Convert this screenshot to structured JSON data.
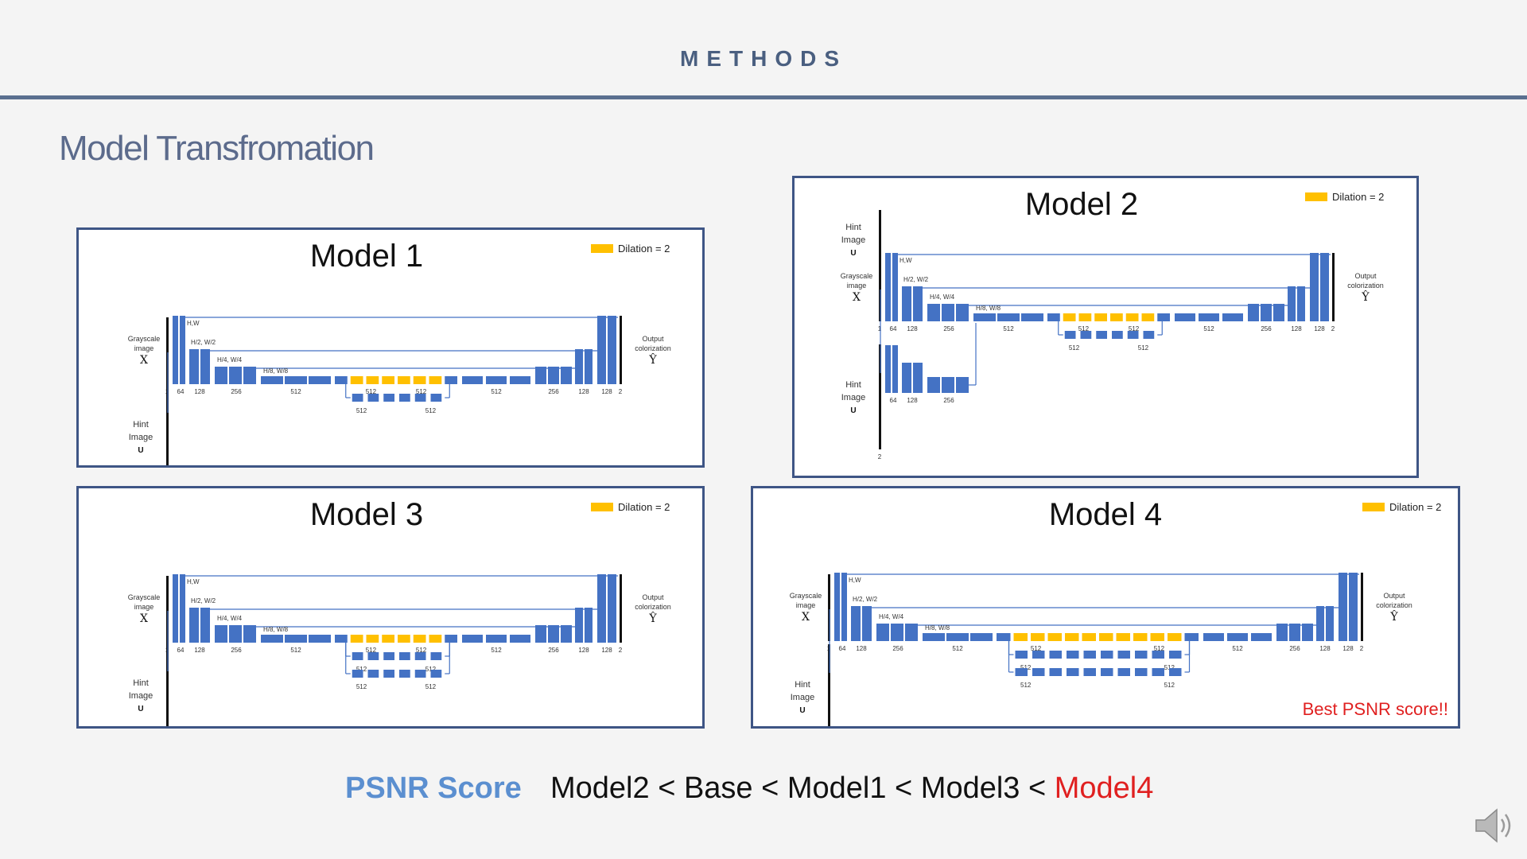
{
  "slide": {
    "header": "METHODS",
    "subtitle": "Model Transfromation"
  },
  "labels": {
    "dilation": "Dilation = 2",
    "grayscale_l1": "Grayscale",
    "grayscale_l2": "image",
    "grayscale_sym": "X",
    "hint_l1": "Hint",
    "hint_l2": "Image",
    "hint_sym": "U",
    "output_l1": "Output",
    "output_l2": "colorization",
    "output_sym": "Ŷ",
    "res_hw": "H,W",
    "res_h2": "H/2, W/2",
    "res_h4": "H/4, W/4",
    "res_h8": "H/8, W/8",
    "ch_1": "1",
    "ch_2": "2",
    "ch_64": "64",
    "ch_128": "128",
    "ch_256": "256",
    "ch_512": "512"
  },
  "panels": [
    {
      "title": "Model 1",
      "variant": "model1",
      "dilated_blocks": 6,
      "parallel_rows": 1,
      "note": ""
    },
    {
      "title": "Model 2",
      "variant": "model2",
      "dilated_blocks": 6,
      "parallel_rows": 1,
      "note": ""
    },
    {
      "title": "Model 3",
      "variant": "model3",
      "dilated_blocks": 6,
      "parallel_rows": 2,
      "note": ""
    },
    {
      "title": "Model 4",
      "variant": "model4",
      "dilated_blocks": 10,
      "parallel_rows": 2,
      "note": "Best PSNR score!!"
    }
  ],
  "psnr": {
    "label": "PSNR Score",
    "ranking_prefix": "Model2 < Base < Model1 < Model3 < ",
    "best": "Model4"
  },
  "colors": {
    "block": "#4472c4",
    "dilated": "#ffc000",
    "line": "#4472c4",
    "panel_border": "#3e5585",
    "header_rule": "#5a6f8f",
    "best": "#e02020",
    "psnr_label": "#5b8fd0"
  },
  "icons": {
    "speaker": "speaker-icon"
  }
}
